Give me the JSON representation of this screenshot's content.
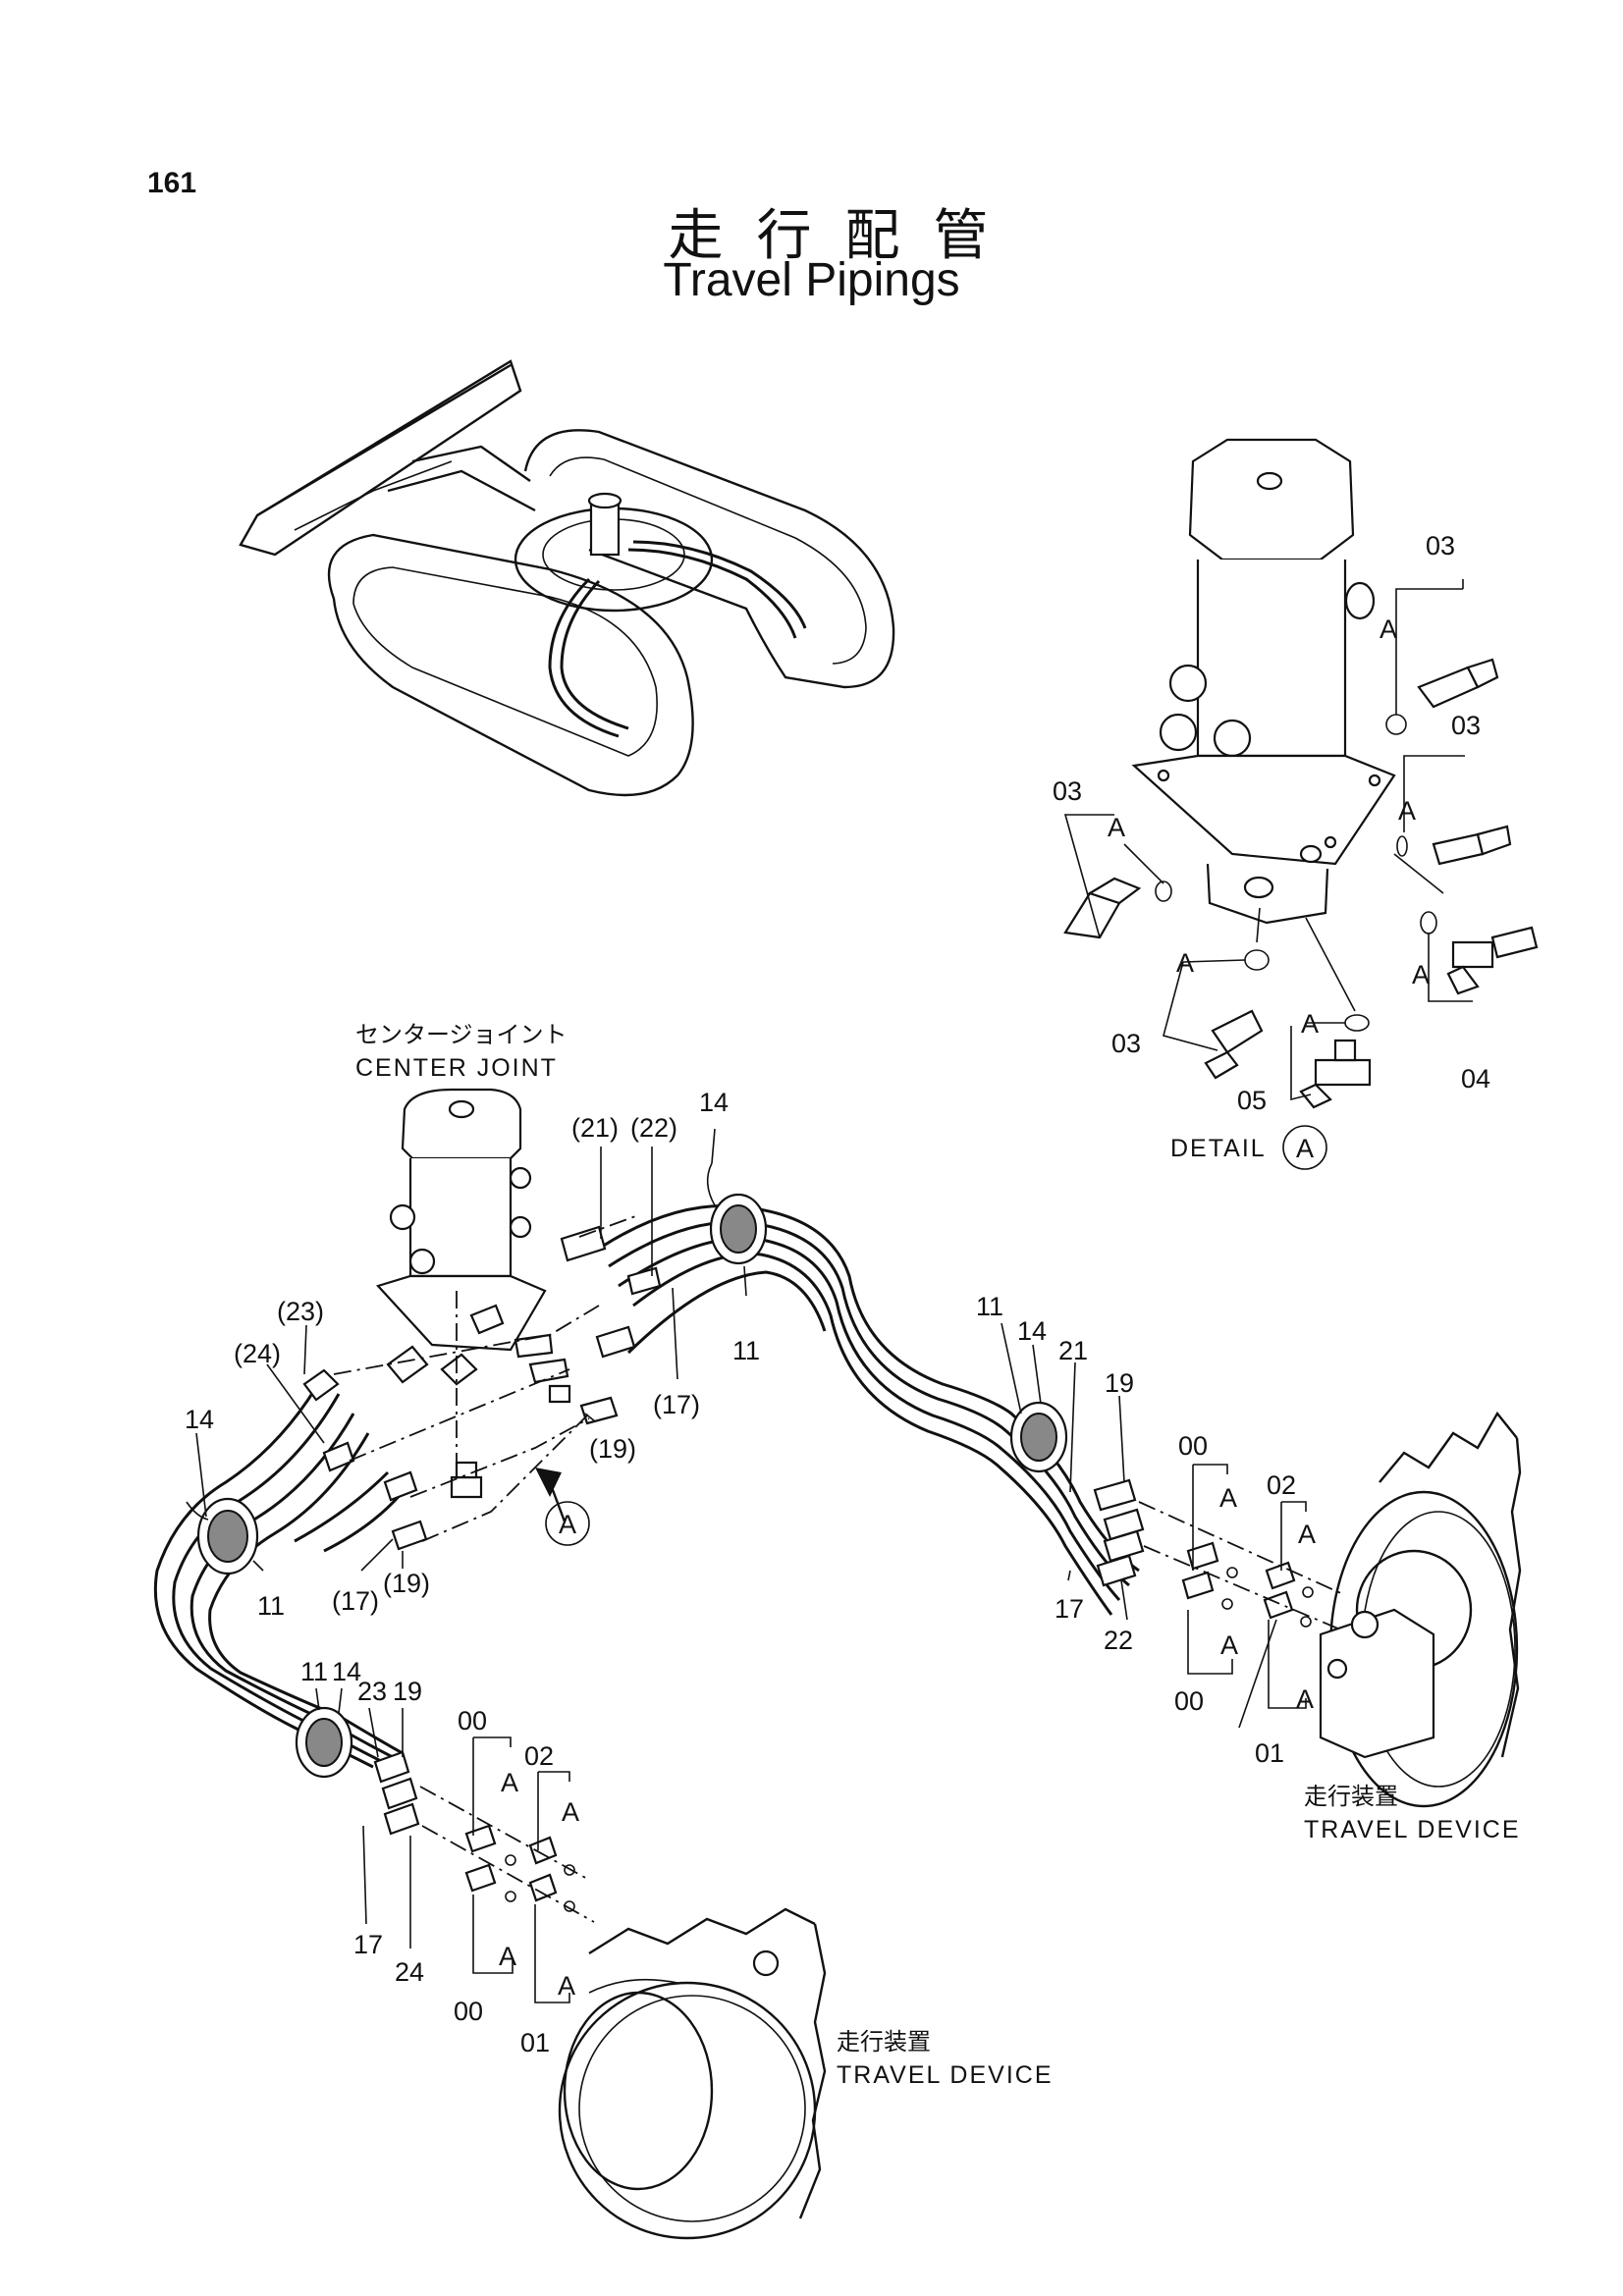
{
  "page_number": "161",
  "title_jp": "走行配管",
  "title_en": "Travel Pipings",
  "captions": {
    "center_joint_jp": "センタージョイント",
    "center_joint_en": "CENTER JOINT",
    "detail": "DETAIL",
    "detail_marker": "A",
    "travel_device_jp": "走行装置",
    "travel_device_en": "TRAVEL DEVICE"
  },
  "callouts": {
    "d_03a": "03",
    "d_03b": "03",
    "d_03c": "03",
    "d_03d": "03",
    "d_04": "04",
    "d_05": "05",
    "d_A1": "A",
    "d_A2": "A",
    "d_A3": "A",
    "d_A4": "A",
    "d_A5": "A",
    "d_A6": "A",
    "m_21p": "(21)",
    "m_22p": "(22)",
    "m_14a": "14",
    "m_11a": "11",
    "m_17p_a": "(17)",
    "m_19p_a": "(19)",
    "m_23p": "(23)",
    "m_24p": "(24)",
    "m_14b": "14",
    "m_17p_b": "(17)",
    "m_19p_b": "(19)",
    "m_11b": "11",
    "m_A": "A",
    "r_11": "11",
    "r_14": "14",
    "r_21": "21",
    "r_19": "19",
    "r_00a": "00",
    "r_A1": "A",
    "r_02": "02",
    "r_A2": "A",
    "r_17": "17",
    "r_22": "22",
    "r_00b": "00",
    "r_A3": "A",
    "r_01": "01",
    "r_A4": "A",
    "l_11": "11",
    "l_14": "14",
    "l_23": "23",
    "l_19": "19",
    "l_00a": "00",
    "l_02": "02",
    "l_A1": "A",
    "l_A2": "A",
    "l_17": "17",
    "l_24": "24",
    "l_00b": "00",
    "l_A3": "A",
    "l_01": "01",
    "l_A4": "A"
  }
}
